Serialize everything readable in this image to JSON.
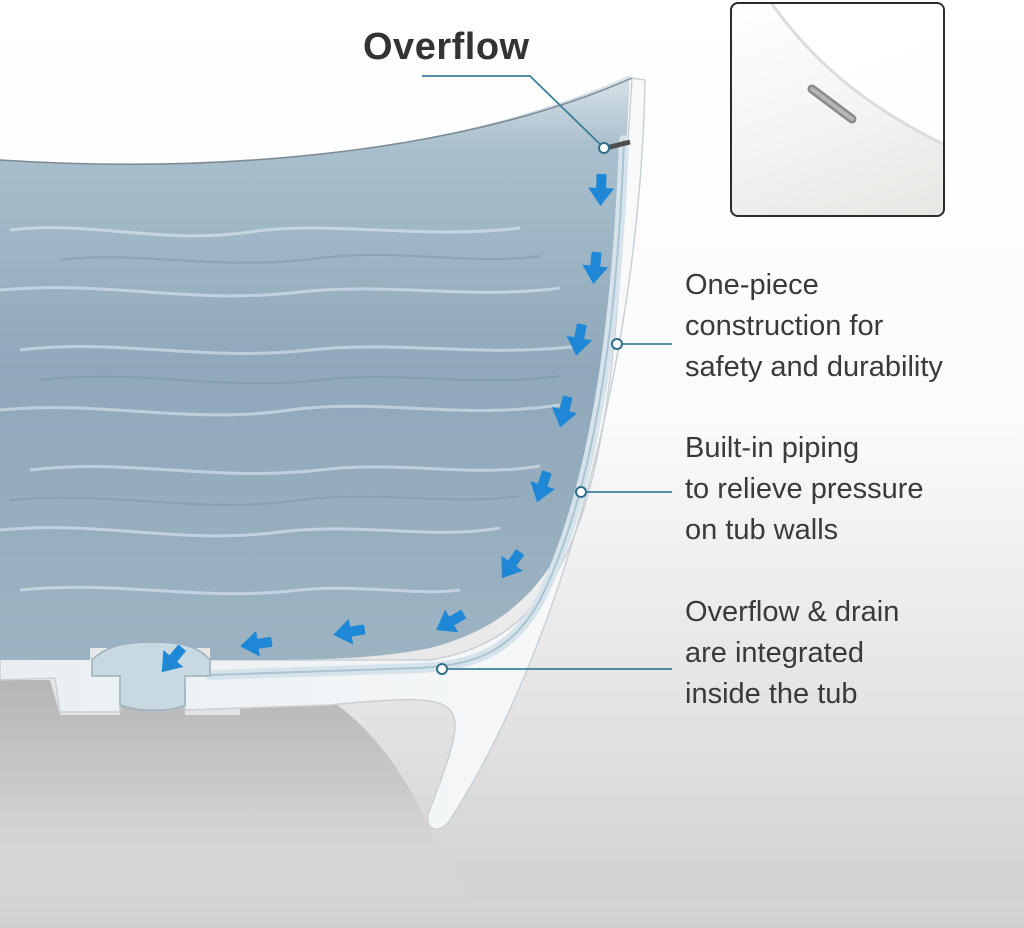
{
  "title": "Overflow",
  "callouts": [
    {
      "lines": [
        "One-piece",
        "construction for",
        "safety and durability"
      ]
    },
    {
      "lines": [
        "Built-in piping",
        "to relieve pressure",
        "on tub walls"
      ]
    },
    {
      "lines": [
        "Overflow & drain",
        "are integrated",
        "inside the tub"
      ]
    }
  ],
  "colors": {
    "arrow": "#1e88d6",
    "leader": "#3b7f9a",
    "text": "#3a3a3a",
    "title": "#333333",
    "water_light": "#b7cad6",
    "water_dark": "#7f9aab"
  },
  "icons": [
    "flow-arrow-icon",
    "overflow-slot-icon"
  ]
}
